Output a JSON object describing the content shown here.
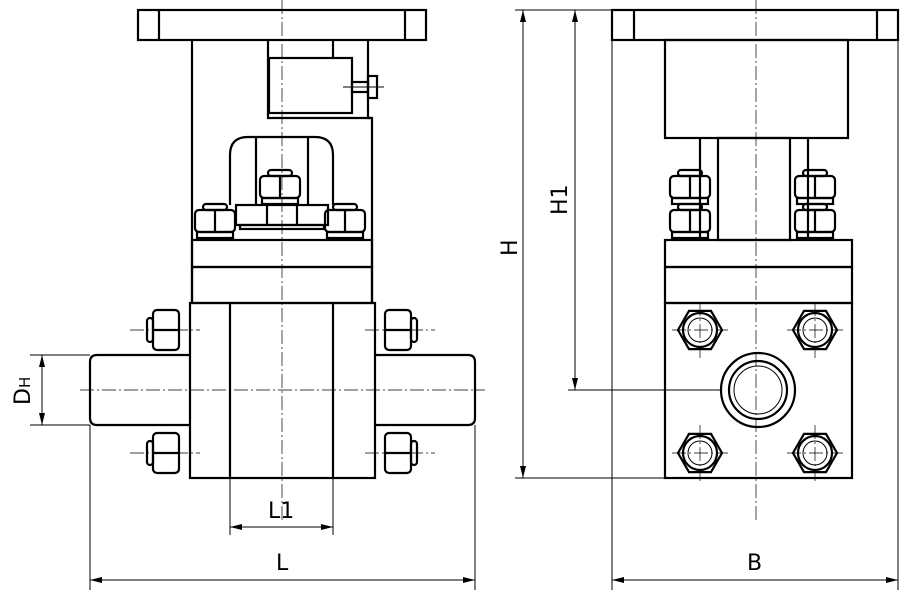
{
  "drawing": {
    "dimensions": {
      "dn": {
        "main": "D",
        "sub": "H"
      },
      "l1": "L1",
      "l": "L",
      "h": "H",
      "h1": "H1",
      "b": "B"
    }
  }
}
